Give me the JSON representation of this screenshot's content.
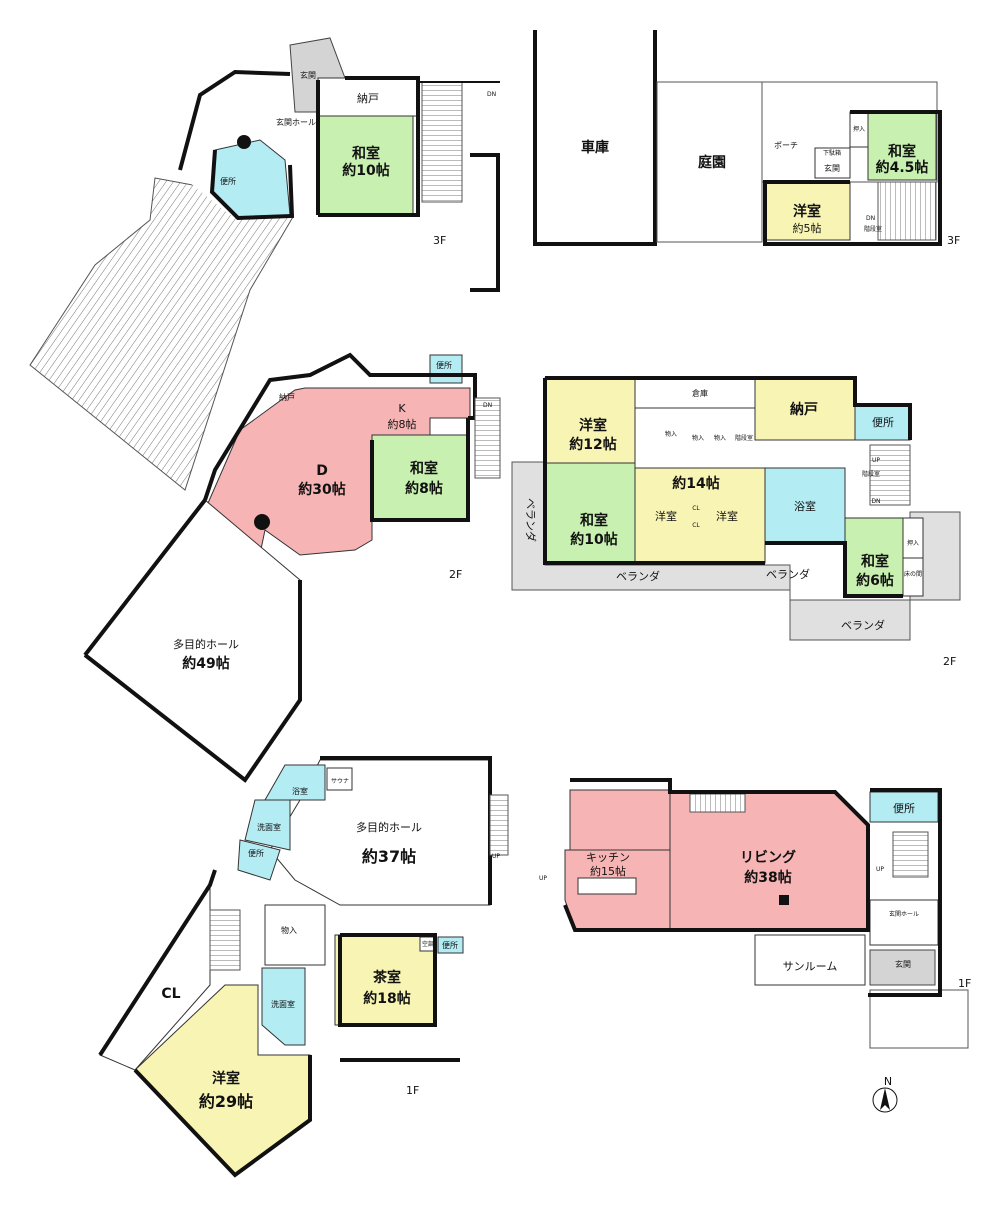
{
  "colors": {
    "tatami": "#c8f0b0",
    "western": "#f8f4b4",
    "ldk": "#f6b4b4",
    "water": "#b4ecf4",
    "entry": "#d4d4d4",
    "veranda": "#e0e0e0"
  },
  "floors": {
    "f3": "3F",
    "f2": "2F",
    "f1": "1F"
  },
  "left3f": {
    "genkan": "玄関",
    "genkan_hall": "玄関ホール",
    "nando": "納戸",
    "washitsu": "和室",
    "washitsu_size": "約10帖",
    "toilet": "便所",
    "dn": "DN"
  },
  "right3f": {
    "garage": "車庫",
    "garden": "庭園",
    "porch": "ポーチ",
    "genkan": "玄関",
    "shoes": "下駄箱",
    "oshiire": "押入",
    "washitsu": "和室",
    "washitsu_size": "約4.5帖",
    "youshitsu": "洋室",
    "youshitsu_size": "約5帖",
    "dn": "DN",
    "stairs": "階段室"
  },
  "left2f": {
    "nando": "納戸",
    "toilet": "便所",
    "dn": "DN",
    "k": "K",
    "k_size": "約8帖",
    "d": "D",
    "d_size": "約30帖",
    "washitsu": "和室",
    "washitsu_size": "約8帖",
    "hall": "多目的ホール",
    "hall_size": "約49帖"
  },
  "right2f": {
    "souko": "倉庫",
    "nando": "納戸",
    "toilet": "便所",
    "youshitsu": "洋室",
    "youshitsu_size": "約12帖",
    "monoire": "物入",
    "stairs": "階段室",
    "up": "UP",
    "dn": "DN",
    "veranda": "ベランダ",
    "washitsu10": "和室",
    "washitsu10_size": "約10帖",
    "size14": "約14帖",
    "youshitsu_a": "洋室",
    "youshitsu_b": "洋室",
    "cl": "CL",
    "bath": "浴室",
    "oshiire": "押入",
    "tokonoma": "床の間",
    "washitsu6": "和室",
    "washitsu6_size": "約6帖"
  },
  "left1f": {
    "bath": "浴室",
    "sauna": "サウナ",
    "senmen": "洗面室",
    "toilet": "便所",
    "hall": "多目的ホール",
    "hall_size": "約37帖",
    "up": "UP",
    "monoire": "物入",
    "cl": "CL",
    "chashitsu": "茶室",
    "chashitsu_size": "約18帖",
    "aircon": "空調",
    "youshitsu": "洋室",
    "youshitsu_size": "約29帖"
  },
  "right1f": {
    "kitchen": "キッチン",
    "kitchen_size": "約15帖",
    "up": "UP",
    "living": "リビング",
    "living_size": "約38帖",
    "toilet": "便所",
    "genkan_hall": "玄関ホール",
    "sunroom": "サンルーム",
    "genkan": "玄関"
  },
  "compass": "N"
}
